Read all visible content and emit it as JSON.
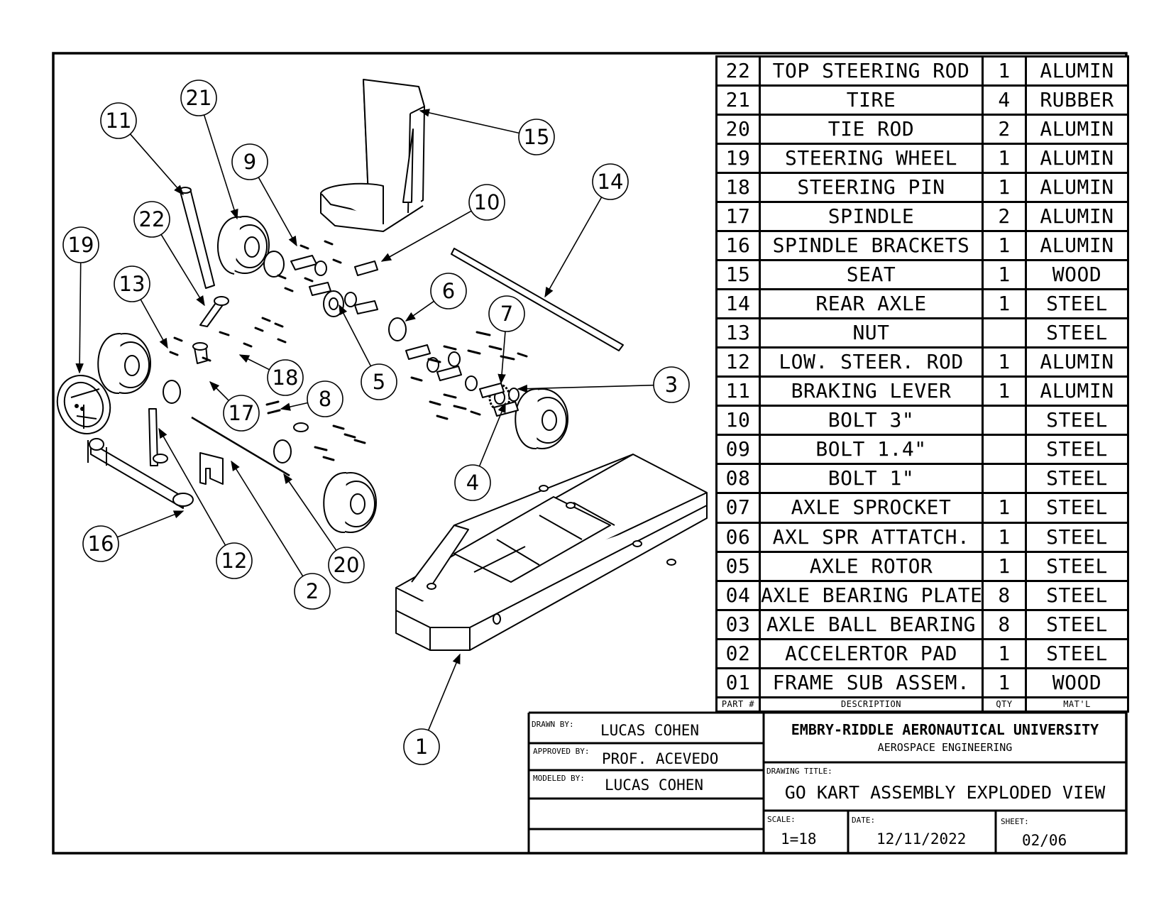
{
  "balloons": [
    "1",
    "2",
    "3",
    "4",
    "5",
    "6",
    "7",
    "8",
    "9",
    "10",
    "11",
    "12",
    "13",
    "14",
    "15",
    "16",
    "17",
    "18",
    "19",
    "20",
    "21",
    "22"
  ],
  "bom": {
    "rows": [
      {
        "part": "22",
        "description": "TOP STEERING ROD",
        "qty": "1",
        "material": "ALUMIN"
      },
      {
        "part": "21",
        "description": "TIRE",
        "qty": "4",
        "material": "RUBBER"
      },
      {
        "part": "20",
        "description": "TIE ROD",
        "qty": "2",
        "material": "ALUMIN"
      },
      {
        "part": "19",
        "description": "STEERING WHEEL",
        "qty": "1",
        "material": "ALUMIN"
      },
      {
        "part": "18",
        "description": "STEERING PIN",
        "qty": "1",
        "material": "ALUMIN"
      },
      {
        "part": "17",
        "description": "SPINDLE",
        "qty": "2",
        "material": "ALUMIN"
      },
      {
        "part": "16",
        "description": "SPINDLE BRACKETS",
        "qty": "1",
        "material": "ALUMIN"
      },
      {
        "part": "15",
        "description": "SEAT",
        "qty": "1",
        "material": "WOOD"
      },
      {
        "part": "14",
        "description": "REAR AXLE",
        "qty": "1",
        "material": "STEEL"
      },
      {
        "part": "13",
        "description": "NUT",
        "qty": "",
        "material": "STEEL"
      },
      {
        "part": "12",
        "description": "LOW. STEER. ROD",
        "qty": "1",
        "material": "ALUMIN"
      },
      {
        "part": "11",
        "description": "BRAKING LEVER",
        "qty": "1",
        "material": "ALUMIN"
      },
      {
        "part": "10",
        "description": "BOLT 3\"",
        "qty": "",
        "material": "STEEL"
      },
      {
        "part": "09",
        "description": "BOLT 1.4\"",
        "qty": "",
        "material": "STEEL"
      },
      {
        "part": "08",
        "description": "BOLT 1\"",
        "qty": "",
        "material": "STEEL"
      },
      {
        "part": "07",
        "description": "AXLE SPROCKET",
        "qty": "1",
        "material": "STEEL"
      },
      {
        "part": "06",
        "description": "AXL SPR ATTATCH.",
        "qty": "1",
        "material": "STEEL"
      },
      {
        "part": "05",
        "description": "AXLE ROTOR",
        "qty": "1",
        "material": "STEEL"
      },
      {
        "part": "04",
        "description": "AXLE BEARING PLATE",
        "qty": "8",
        "material": "STEEL"
      },
      {
        "part": "03",
        "description": "AXLE BALL BEARING",
        "qty": "8",
        "material": "STEEL"
      },
      {
        "part": "02",
        "description": "ACCELERTOR PAD",
        "qty": "1",
        "material": "STEEL"
      },
      {
        "part": "01",
        "description": "FRAME SUB ASSEM.",
        "qty": "1",
        "material": "WOOD"
      }
    ],
    "headers": {
      "part": "PART #",
      "description": "DESCRIPTION",
      "qty": "QTY",
      "material": "MAT'L"
    }
  },
  "title_block": {
    "drawn_by_label": "DRAWN BY:",
    "drawn_by": "LUCAS COHEN",
    "approved_by_label": "APPROVED BY:",
    "approved_by": "PROF. ACEVEDO",
    "modeled_by_label": "MODELED BY:",
    "modeled_by": "LUCAS COHEN",
    "university": "EMBRY-RIDDLE AERONAUTICAL UNIVERSITY",
    "department": "AEROSPACE ENGINEERING",
    "drawing_title_label": "DRAWING TITLE:",
    "drawing_title": "GO KART ASSEMBLY EXPLODED VIEW",
    "scale_label": "SCALE:",
    "scale": "1=18",
    "date_label": "DATE:",
    "date": "12/11/2022",
    "sheet_label": "SHEET:",
    "sheet": "02/06"
  }
}
